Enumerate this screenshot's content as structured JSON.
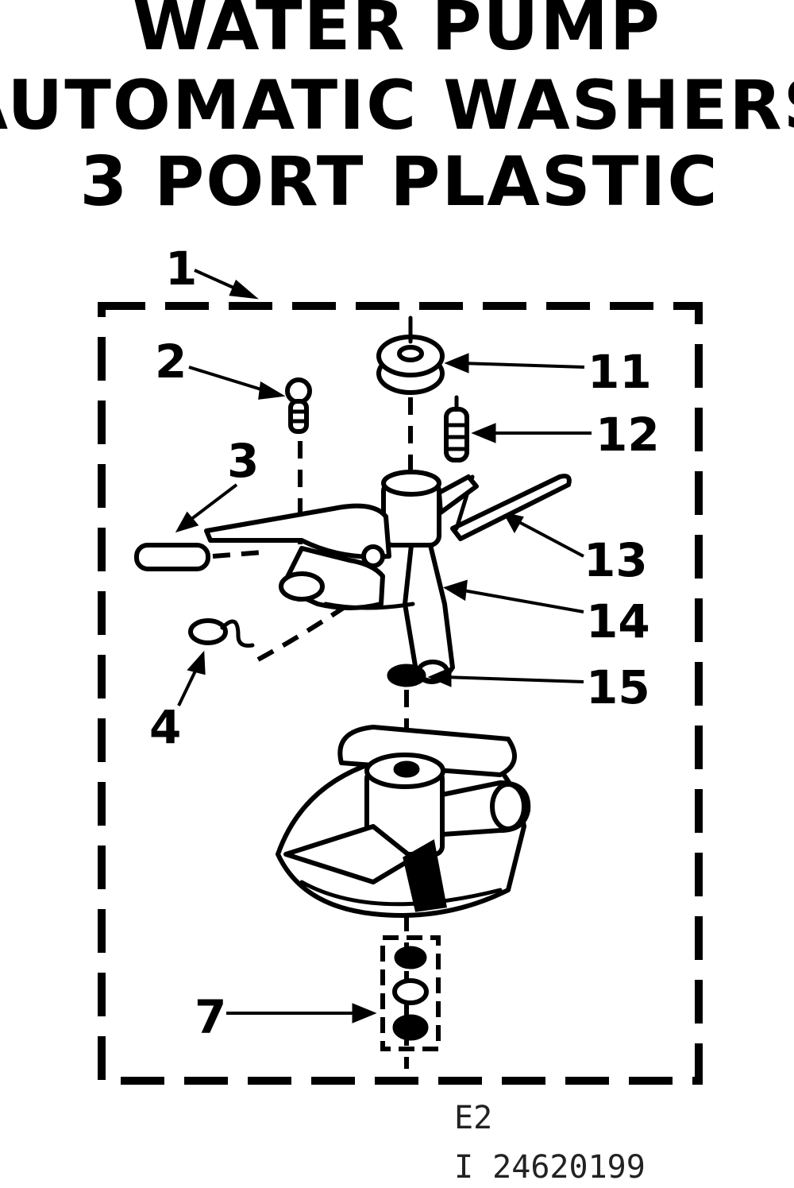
{
  "title": {
    "line1": "WATER PUMP",
    "line2": "AUTOMATIC WASHERS",
    "line3": "3 PORT PLASTIC"
  },
  "callouts": {
    "c1": "1",
    "c2": "2",
    "c3": "3",
    "c4": "4",
    "c7": "7",
    "c11": "11",
    "c12": "12",
    "c13": "13",
    "c14": "14",
    "c15": "15"
  },
  "footer": {
    "section_code": "E2",
    "drawing_number": "I 24620199"
  }
}
